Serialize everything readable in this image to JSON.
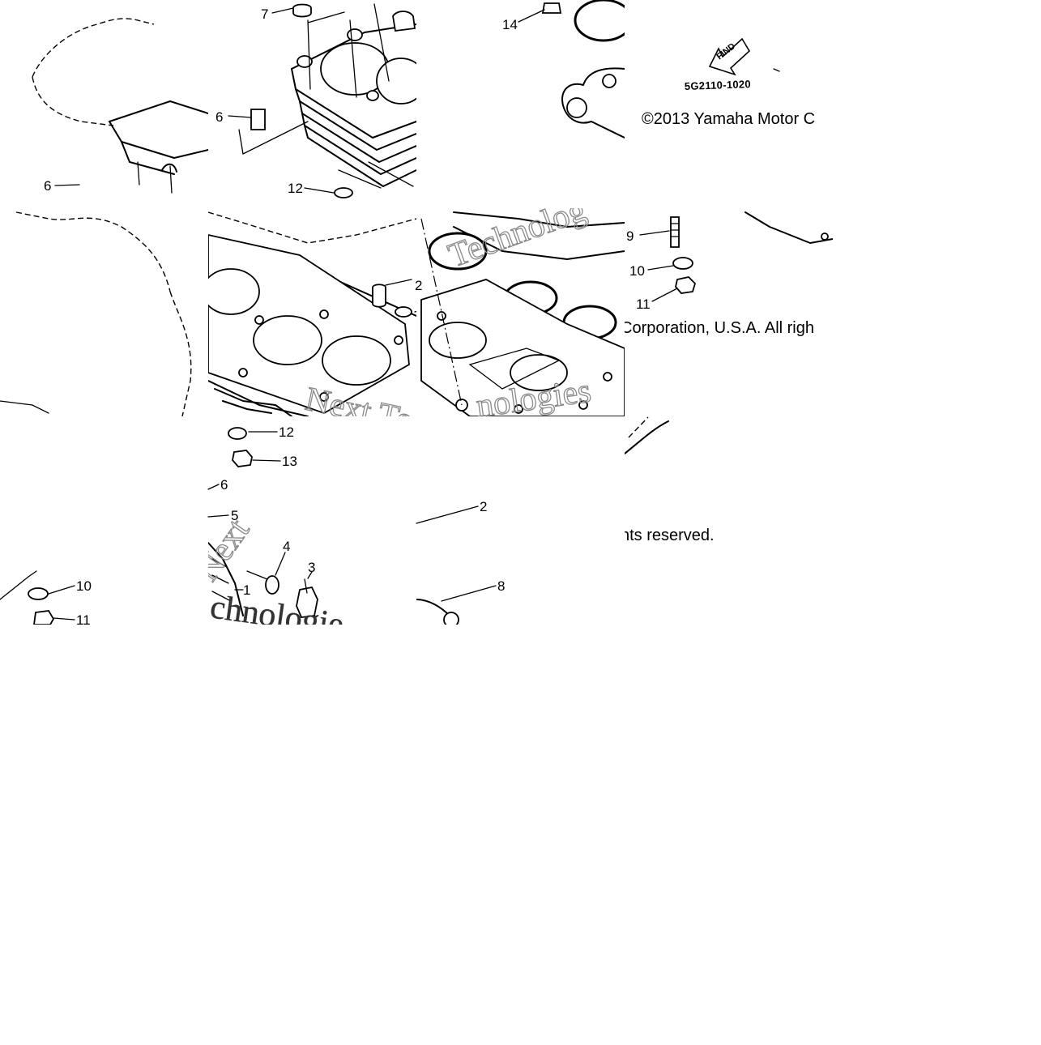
{
  "diagram": {
    "part_code": "5G2110-1020",
    "find_arrow_text": "FIND",
    "copyright": {
      "line1_part_a": "©2013 Yamaha Motor C",
      "line1_part_b": "Corporation, U.S.A. All righ",
      "line1_part_c": "nts reserved."
    },
    "watermark": {
      "text_1": "Next Tech",
      "text_2": "nologies",
      "text_3": "Technolog",
      "text_4": "Next",
      "text_5": "chnologie"
    },
    "callouts": [
      {
        "id": "c7",
        "label": "7"
      },
      {
        "id": "c14",
        "label": "14"
      },
      {
        "id": "c6a",
        "label": "6"
      },
      {
        "id": "c6b",
        "label": "6"
      },
      {
        "id": "c12a",
        "label": "12"
      },
      {
        "id": "c9",
        "label": "9"
      },
      {
        "id": "c10a",
        "label": "10"
      },
      {
        "id": "c11a",
        "label": "11"
      },
      {
        "id": "c2a",
        "label": "2"
      },
      {
        "id": "c12b",
        "label": "12"
      },
      {
        "id": "c13",
        "label": "13"
      },
      {
        "id": "c6c",
        "label": "6"
      },
      {
        "id": "c5",
        "label": "5"
      },
      {
        "id": "c2b",
        "label": "2"
      },
      {
        "id": "c4",
        "label": "4"
      },
      {
        "id": "c3",
        "label": "3"
      },
      {
        "id": "c1",
        "label": "1"
      },
      {
        "id": "c8",
        "label": "8"
      },
      {
        "id": "c10b",
        "label": "10"
      },
      {
        "id": "c11b",
        "label": "11"
      }
    ]
  }
}
